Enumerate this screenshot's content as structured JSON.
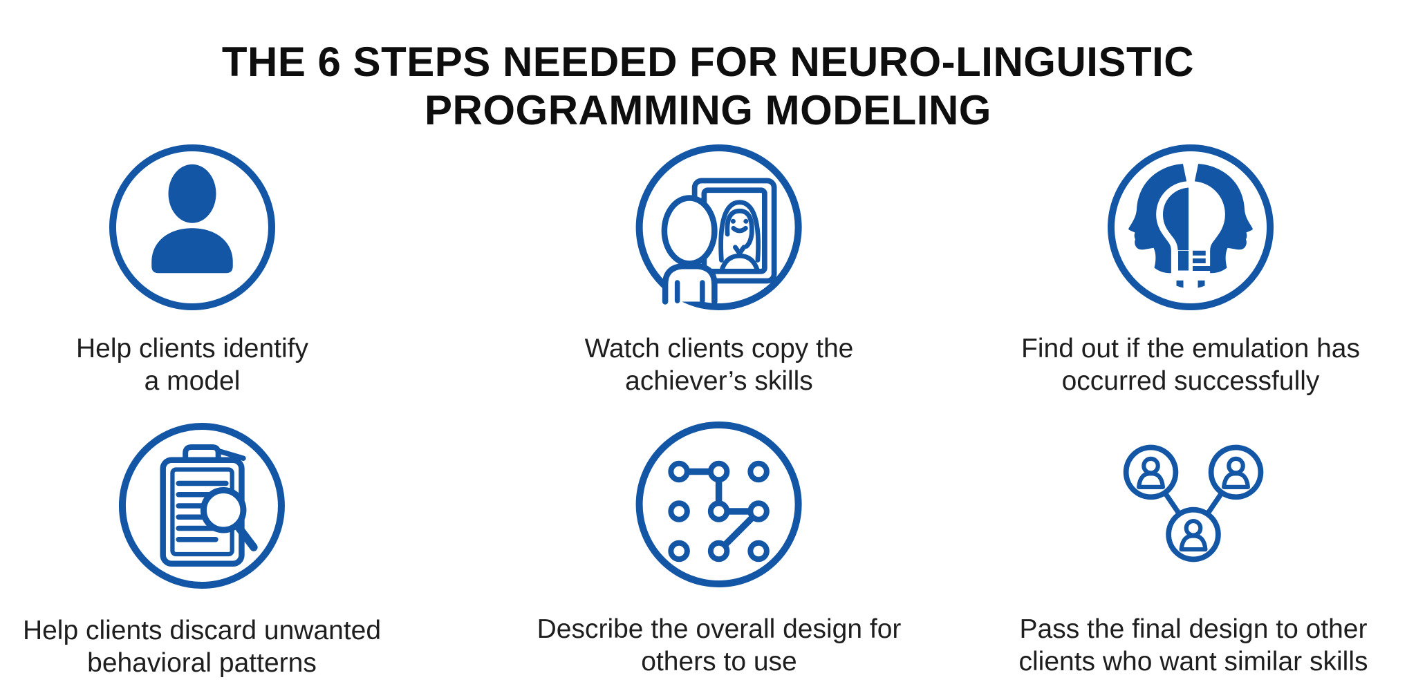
{
  "title": "THE 6 STEPS NEEDED FOR NEURO-LINGUISTIC\nPROGRAMMING MODELING",
  "colors": {
    "accent": "#1256a5",
    "title_text": "#0e0e0e",
    "caption_text": "#1e1e1e",
    "background": "#ffffff"
  },
  "steps": [
    {
      "icon": "user-silhouette-icon",
      "caption": "Help clients identify\na model"
    },
    {
      "icon": "mirror-reflection-icon",
      "caption": "Watch clients copy the\nachiever’s skills"
    },
    {
      "icon": "dual-heads-lightbulb-icon",
      "caption": "Find out if the emulation has\noccurred successfully"
    },
    {
      "icon": "clipboard-magnifier-icon",
      "caption": "Help clients discard unwanted\nbehavioral patterns"
    },
    {
      "icon": "pattern-dots-icon",
      "caption": "Describe the overall design for\nothers to use"
    },
    {
      "icon": "network-people-icon",
      "caption": "Pass the final design to other\nclients who want similar skills"
    }
  ]
}
